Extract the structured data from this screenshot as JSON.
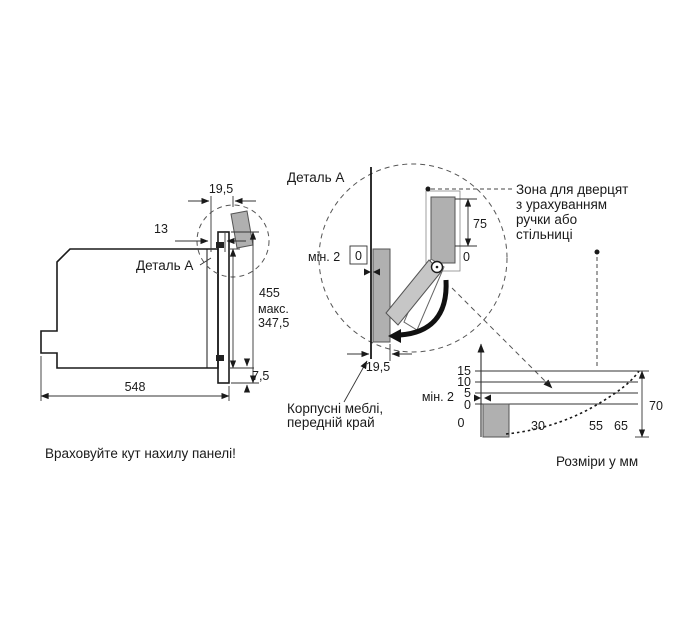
{
  "side_view": {
    "dim_top_offset": "19,5",
    "dim_panel": "13",
    "detail_ref": "Деталь A",
    "dim_height": "455",
    "dim_max_prefix": "макс.",
    "dim_max_value": "347,5",
    "dim_depth": "548",
    "dim_bottom_gap": "7,5"
  },
  "detail_view": {
    "title": "Деталь A",
    "dim_min_gap": "мін. 2",
    "dim_zero_gap": "0",
    "dim_door_zone": "75",
    "dim_zero": "0",
    "dim_front_offset": "19,5"
  },
  "zone_note": {
    "lines": [
      "Зона для дверцят",
      "з урахуванням",
      "ручки або",
      "стільниці"
    ]
  },
  "cabinet_note": {
    "lines": [
      "Корпусні меблі,",
      "передній край"
    ]
  },
  "clearance_chart": {
    "y_labels": [
      "15",
      "10",
      "5",
      "0"
    ],
    "min_gap": "мін. 2",
    "x_labels": [
      "0",
      "30",
      "55",
      "65"
    ],
    "dim_width": "70"
  },
  "notes": {
    "tilt": "Враховуйте кут нахилу панелі!",
    "units": "Розміри у мм"
  }
}
